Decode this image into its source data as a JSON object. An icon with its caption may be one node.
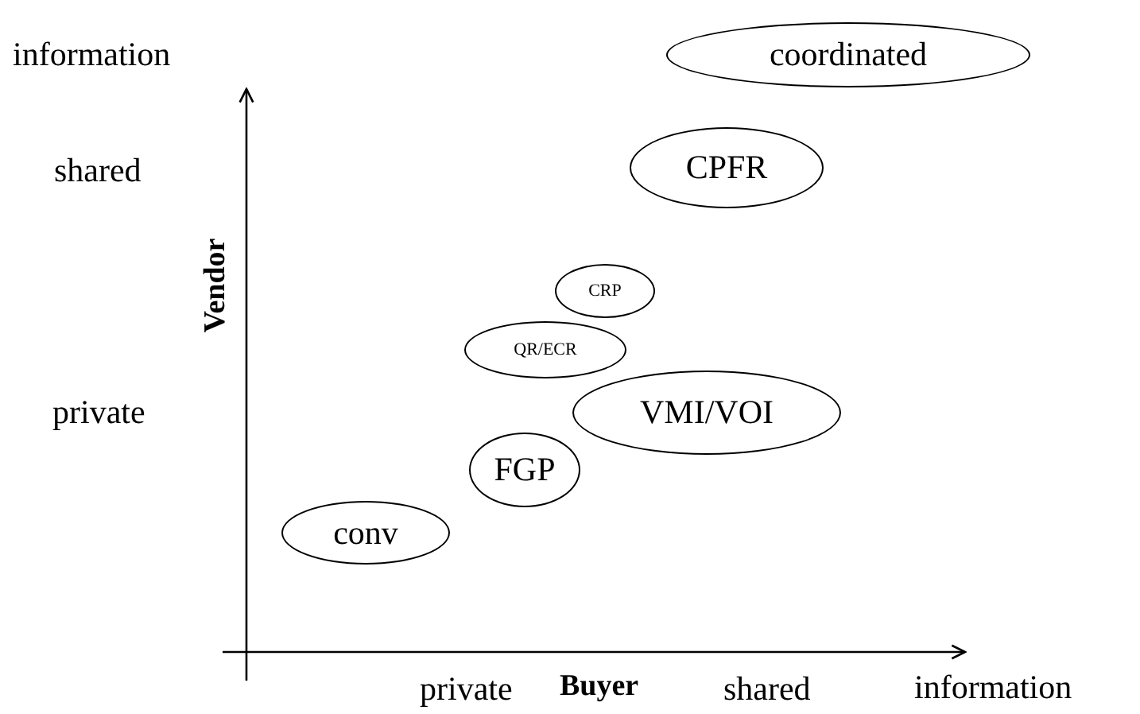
{
  "diagram": {
    "nodes": [
      {
        "text": [
          "coordinated"
        ]
      },
      {
        "text": [
          "CPFR"
        ]
      },
      {
        "text": [
          "CRP"
        ]
      },
      {
        "text": [
          "QR/ECR"
        ]
      },
      {
        "text": [
          "VMI/VOI"
        ]
      },
      {
        "text": [
          "FGP"
        ]
      },
      {
        "text": [
          "conv"
        ]
      }
    ],
    "labels": [
      "information",
      "shared",
      "Vendor",
      "private",
      "private",
      "Buyer",
      "shared",
      "information"
    ]
  }
}
